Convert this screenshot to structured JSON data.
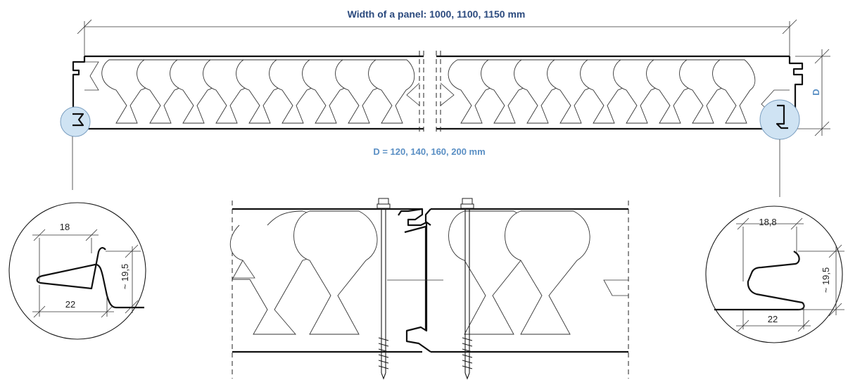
{
  "dimensions": {
    "panel_width": "Width of a panel: 1000, 1100, 1150 mm",
    "thickness_values": "D = 120, 140, 160, 200 mm",
    "thickness_symbol": "D"
  },
  "detail_left": {
    "top_width": "18",
    "bottom_width": "22",
    "depth": "~ 19,5"
  },
  "detail_right": {
    "top_width": "18,8",
    "bottom_width": "22",
    "depth": "~ 19,5"
  },
  "colors": {
    "title_blue": "#2b4a7e",
    "label_blue": "#5a8fc4",
    "lens_fill": "#cfe3f3"
  }
}
